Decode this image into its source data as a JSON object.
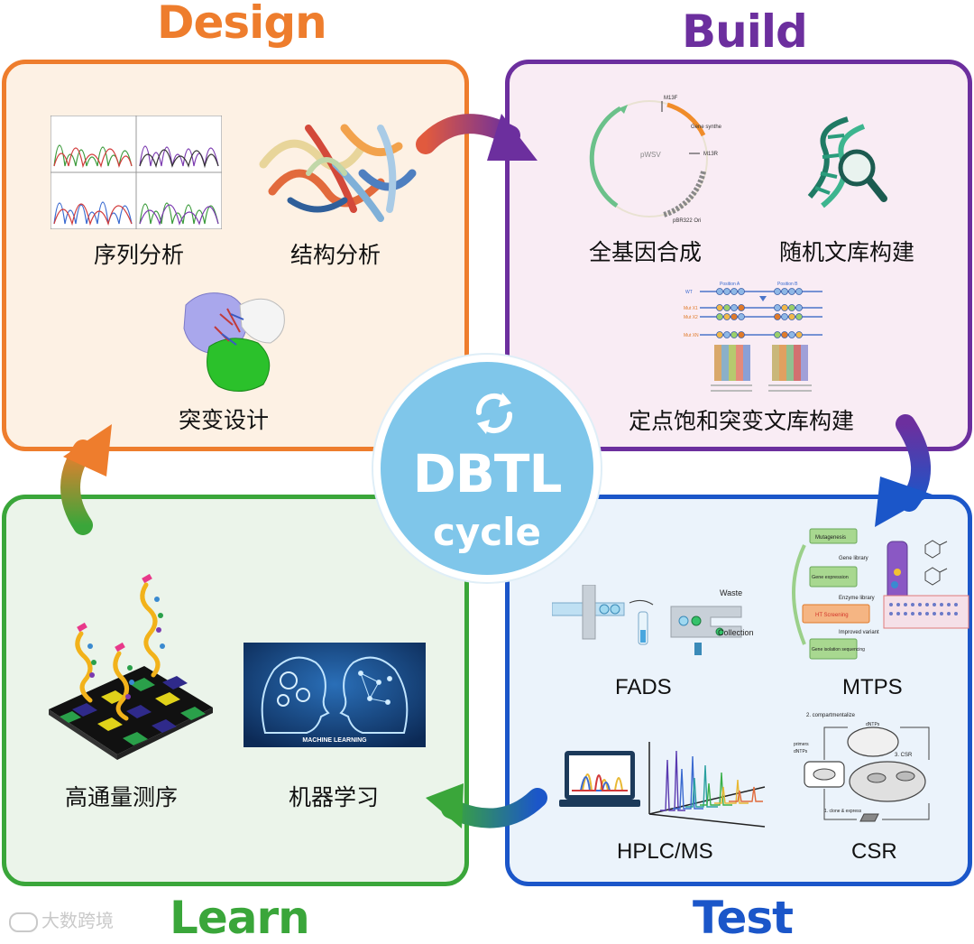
{
  "phases": {
    "design": {
      "title": "Design",
      "color": "#ee7d2d",
      "bg": "#fdf1e4",
      "labels": [
        "序列分析",
        "结构分析",
        "突变设计"
      ]
    },
    "build": {
      "title": "Build",
      "color": "#6c2f9e",
      "bg": "#f9ecf4",
      "labels": [
        "全基因合成",
        "随机文库构建",
        "定点饱和突变文库构建"
      ]
    },
    "test": {
      "title": "Test",
      "color": "#1b56c9",
      "bg": "#ebf3fb",
      "labels": [
        "FADS",
        "MTPS",
        "HPLC/MS",
        "CSR"
      ]
    },
    "learn": {
      "title": "Learn",
      "color": "#3aa63a",
      "bg": "#ebf4ea",
      "labels": [
        "高通量测序",
        "机器学习"
      ]
    }
  },
  "hub": {
    "title": "DBTL",
    "subtitle": "cycle",
    "icon": "refresh-cycle-icon",
    "color": "#7fc6ea"
  },
  "illustrations": {
    "plasmid": {
      "name": "pWSV",
      "tags": [
        "M13F",
        "Gene synthe",
        "M13R",
        "pBR322 Ori"
      ]
    },
    "saturation": {
      "rows": [
        "WT",
        "Mut X1",
        "Mut X2",
        "Mut XN"
      ],
      "positions": [
        "Position A",
        "Position B"
      ]
    },
    "fads": {
      "tags": [
        "Waste",
        "Collection"
      ]
    },
    "mtps": {
      "steps": [
        "Mutagenesis",
        "Gene expression",
        "HT Screening",
        "Gene isolation sequencing"
      ],
      "edges": [
        "Gene library",
        "Enzyme library",
        "Improved variant"
      ]
    },
    "csr": {
      "tags": [
        "2. compartmentalize",
        "dNTPs",
        "primers",
        "dNTPs",
        "3. CSR",
        "1. clone & express"
      ]
    },
    "ml": {
      "caption": "MACHINE LEARNING"
    }
  },
  "watermark": "大数跨境"
}
